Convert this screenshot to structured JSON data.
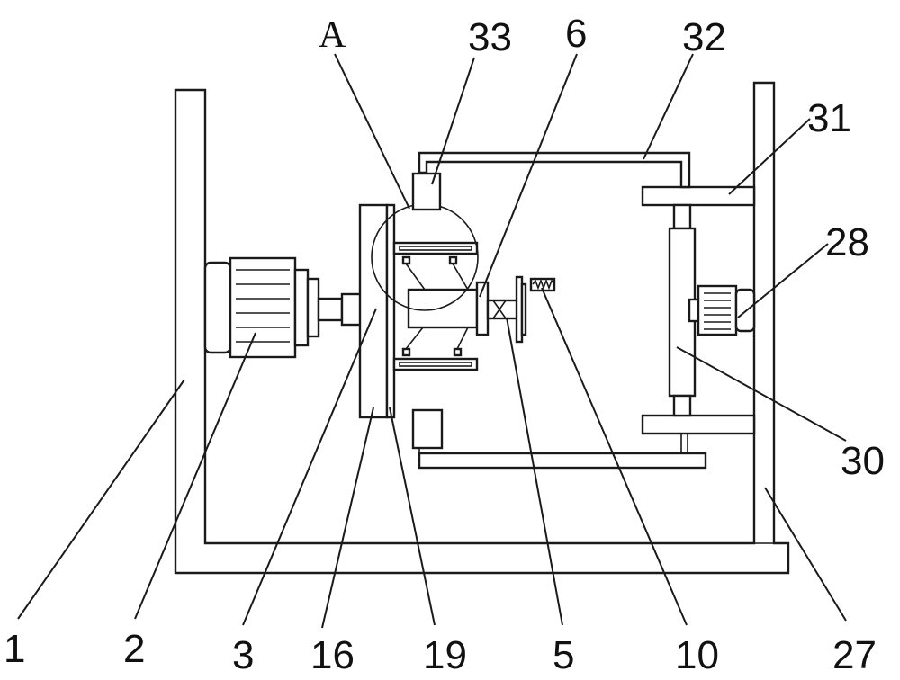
{
  "figure": {
    "labels": {
      "A": "A",
      "l33": "33",
      "l6": "6",
      "l32": "32",
      "l31": "31",
      "l28": "28",
      "l30": "30",
      "l1": "1",
      "l2": "2",
      "l3": "3",
      "l16": "16",
      "l19": "19",
      "l5": "5",
      "l10": "10",
      "l27": "27"
    }
  }
}
